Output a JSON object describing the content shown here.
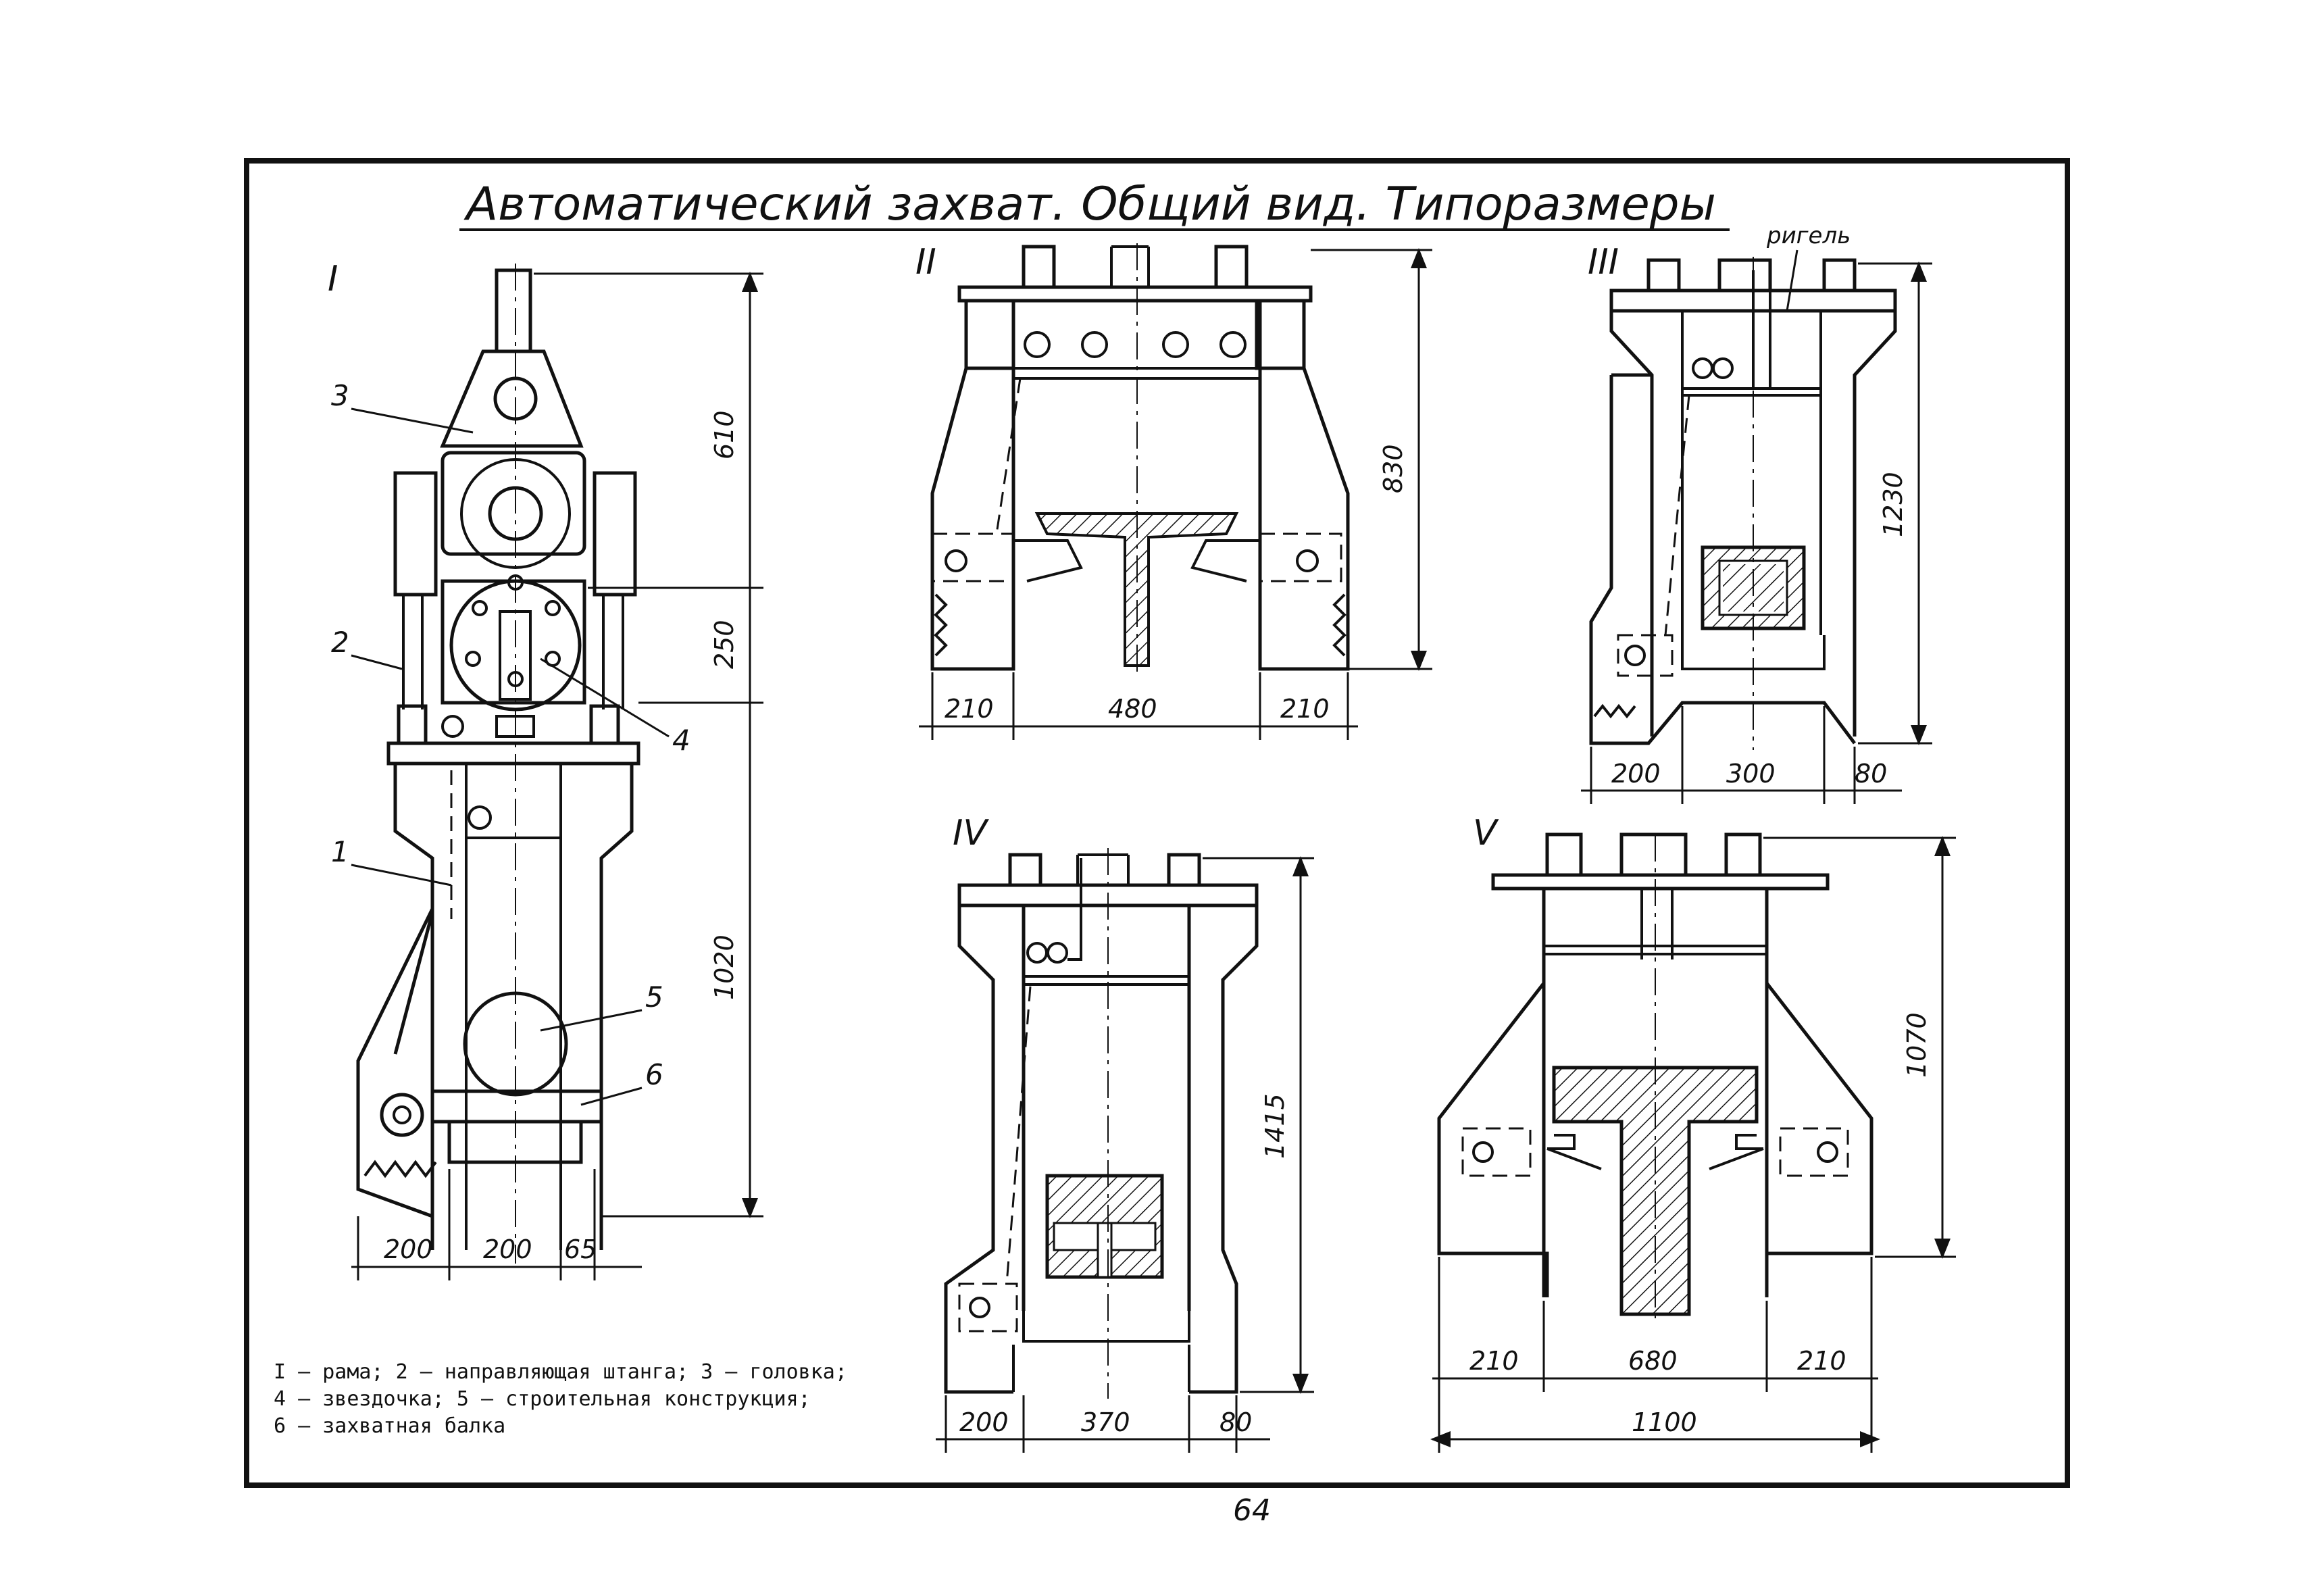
{
  "title": "Автоматический захват. Общий вид. Типоразмеры",
  "page_number": "64",
  "views": {
    "v1": {
      "label": "I",
      "parts": [
        "3",
        "2",
        "1",
        "4",
        "5",
        "6"
      ],
      "dims_vertical": [
        "610",
        "250",
        "1020"
      ],
      "dims_horizontal": [
        "200",
        "200",
        "65"
      ]
    },
    "v2": {
      "label": "II",
      "dims_vertical": [
        "830"
      ],
      "dims_horizontal": [
        "210",
        "480",
        "210"
      ]
    },
    "v3": {
      "label": "III",
      "callout": "ригель",
      "dims_vertical": [
        "1230"
      ],
      "dims_horizontal": [
        "200",
        "300",
        "80"
      ]
    },
    "v4": {
      "label": "IV",
      "dims_vertical": [
        "1415"
      ],
      "dims_horizontal": [
        "200",
        "370",
        "80"
      ]
    },
    "v5": {
      "label": "V",
      "dims_vertical": [
        "1070"
      ],
      "dims_horizontal": [
        "210",
        "680",
        "210"
      ],
      "dims_total": "1100"
    }
  },
  "legend": [
    "I – рама; 2 – направляющая штанга; 3 – головка;",
    "4 – звездочка; 5 – строительная конструкция;",
    "6 – захватная балка"
  ]
}
